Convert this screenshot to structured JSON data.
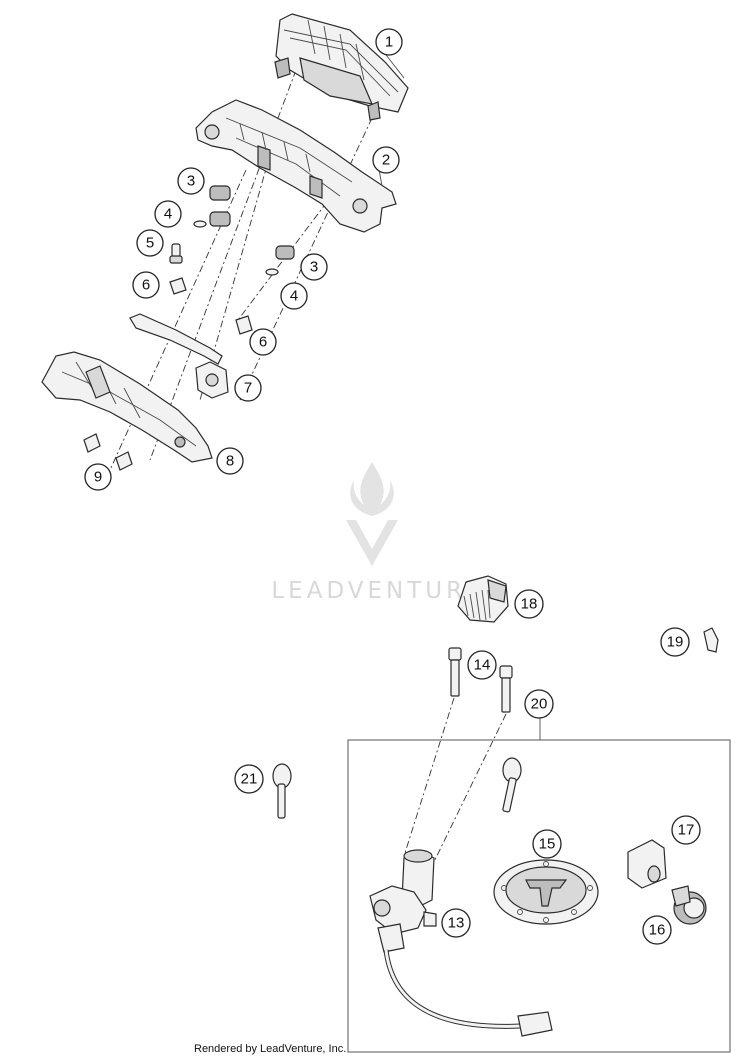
{
  "watermark": {
    "brand": "LEADVENTURE"
  },
  "footer": {
    "credit": "Rendered by LeadVenture, Inc."
  },
  "callouts": {
    "c1": "1",
    "c2": "2",
    "c3a": "3",
    "c3b": "3",
    "c4a": "4",
    "c4b": "4",
    "c5": "5",
    "c6a": "6",
    "c6b": "6",
    "c7": "7",
    "c8": "8",
    "c9": "9",
    "c13": "13",
    "c14": "14",
    "c15": "15",
    "c16": "16",
    "c17": "17",
    "c18": "18",
    "c19": "19",
    "c20": "20",
    "c21": "21"
  }
}
